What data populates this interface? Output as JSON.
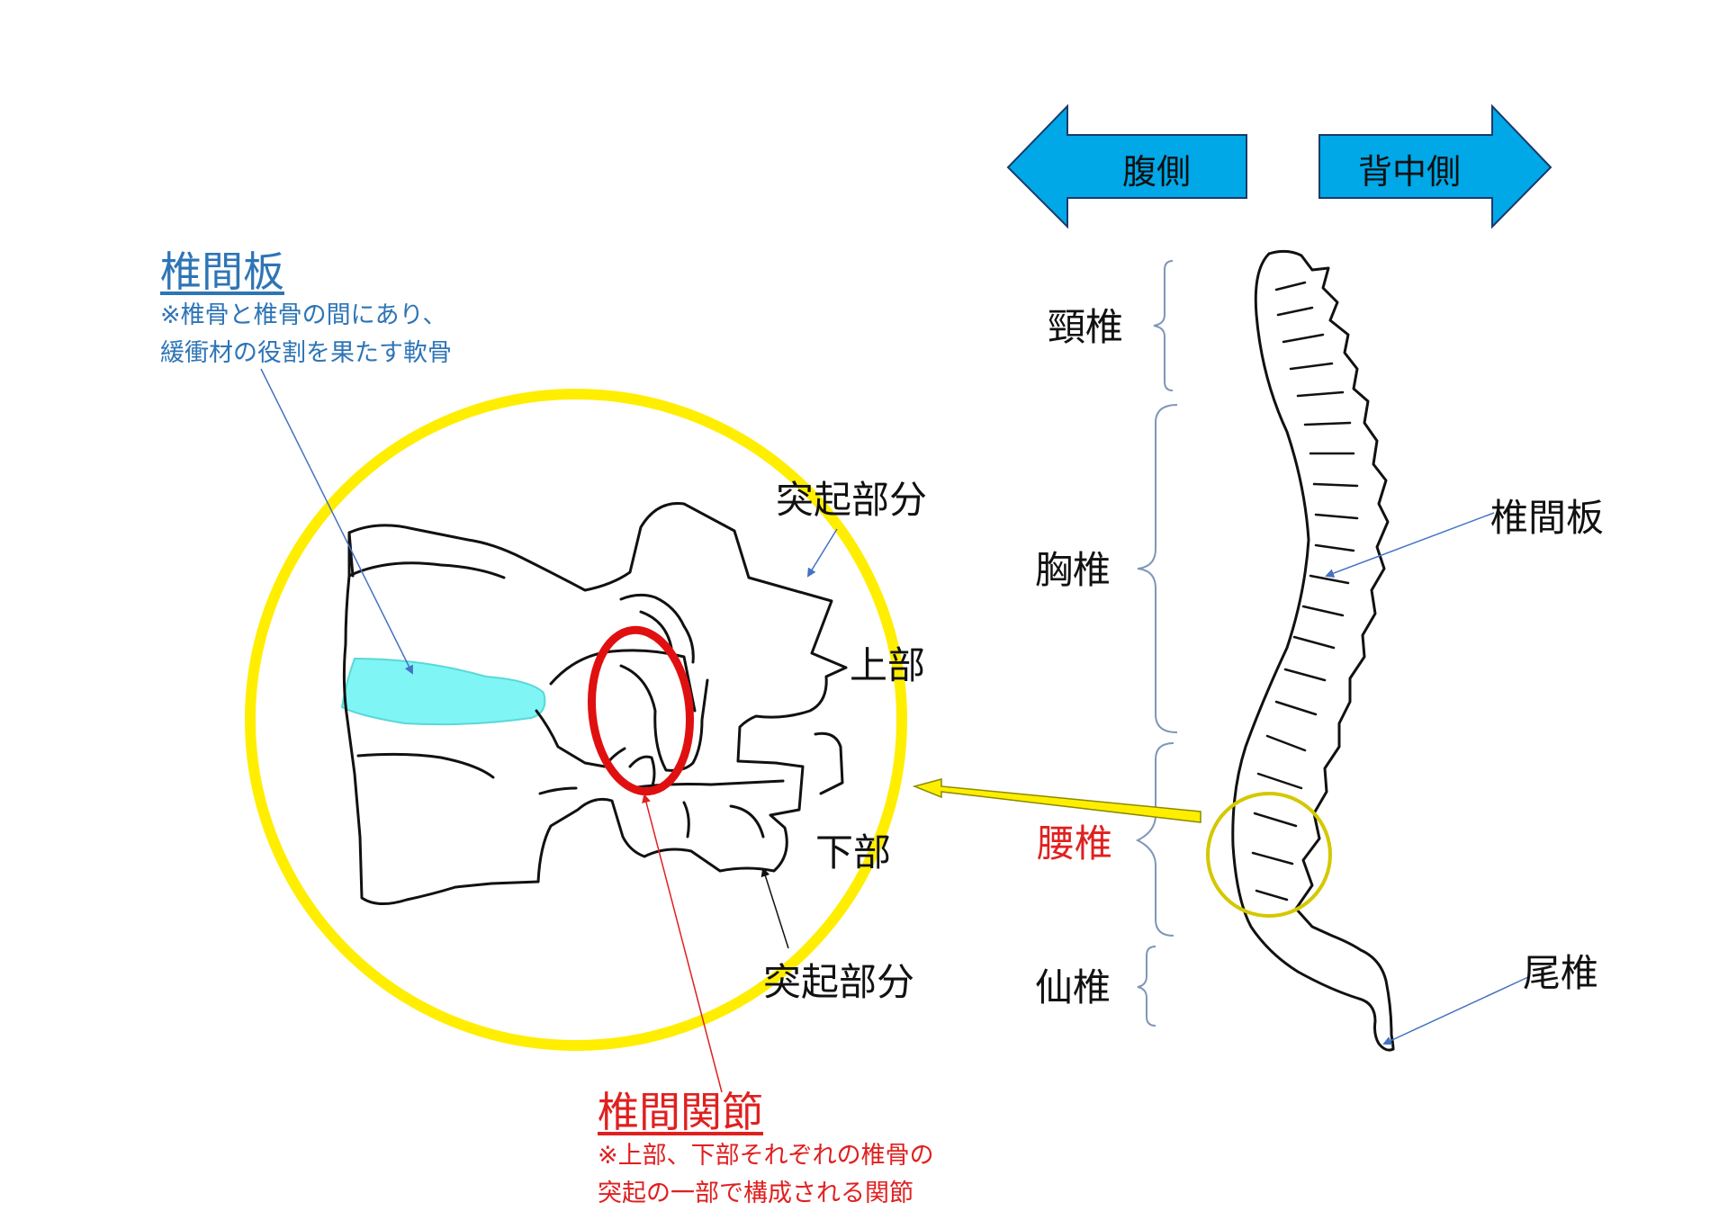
{
  "direction": {
    "ventral": "腹側",
    "dorsal": "背中側"
  },
  "regions": {
    "cervical": "頸椎",
    "thoracic": "胸椎",
    "lumbar": "腰椎",
    "sacral": "仙椎"
  },
  "spine_labels": {
    "disc": "椎間板",
    "coccyx": "尾椎"
  },
  "disc_note": {
    "title": "椎間板",
    "line1": "※椎骨と椎骨の間にあり、",
    "line2": "緩衝材の役割を果たす軟骨"
  },
  "joint_note": {
    "title": "椎間関節",
    "line1": "※上部、下部それぞれの椎骨の",
    "line2": "突起の一部で構成される関節"
  },
  "detail_labels": {
    "process_top": "突起部分",
    "upper": "上部",
    "lower": "下部",
    "process_bottom": "突起部分"
  },
  "colors": {
    "arrow_fill": "#00a8e8",
    "highlight_circle": "#ffee00",
    "disc_fill": "#7ff5f5",
    "joint_circle": "#e01010",
    "callout_blue": "#2e75b6",
    "callout_red": "#e02020",
    "lumbar_circle": "#d4c800"
  }
}
